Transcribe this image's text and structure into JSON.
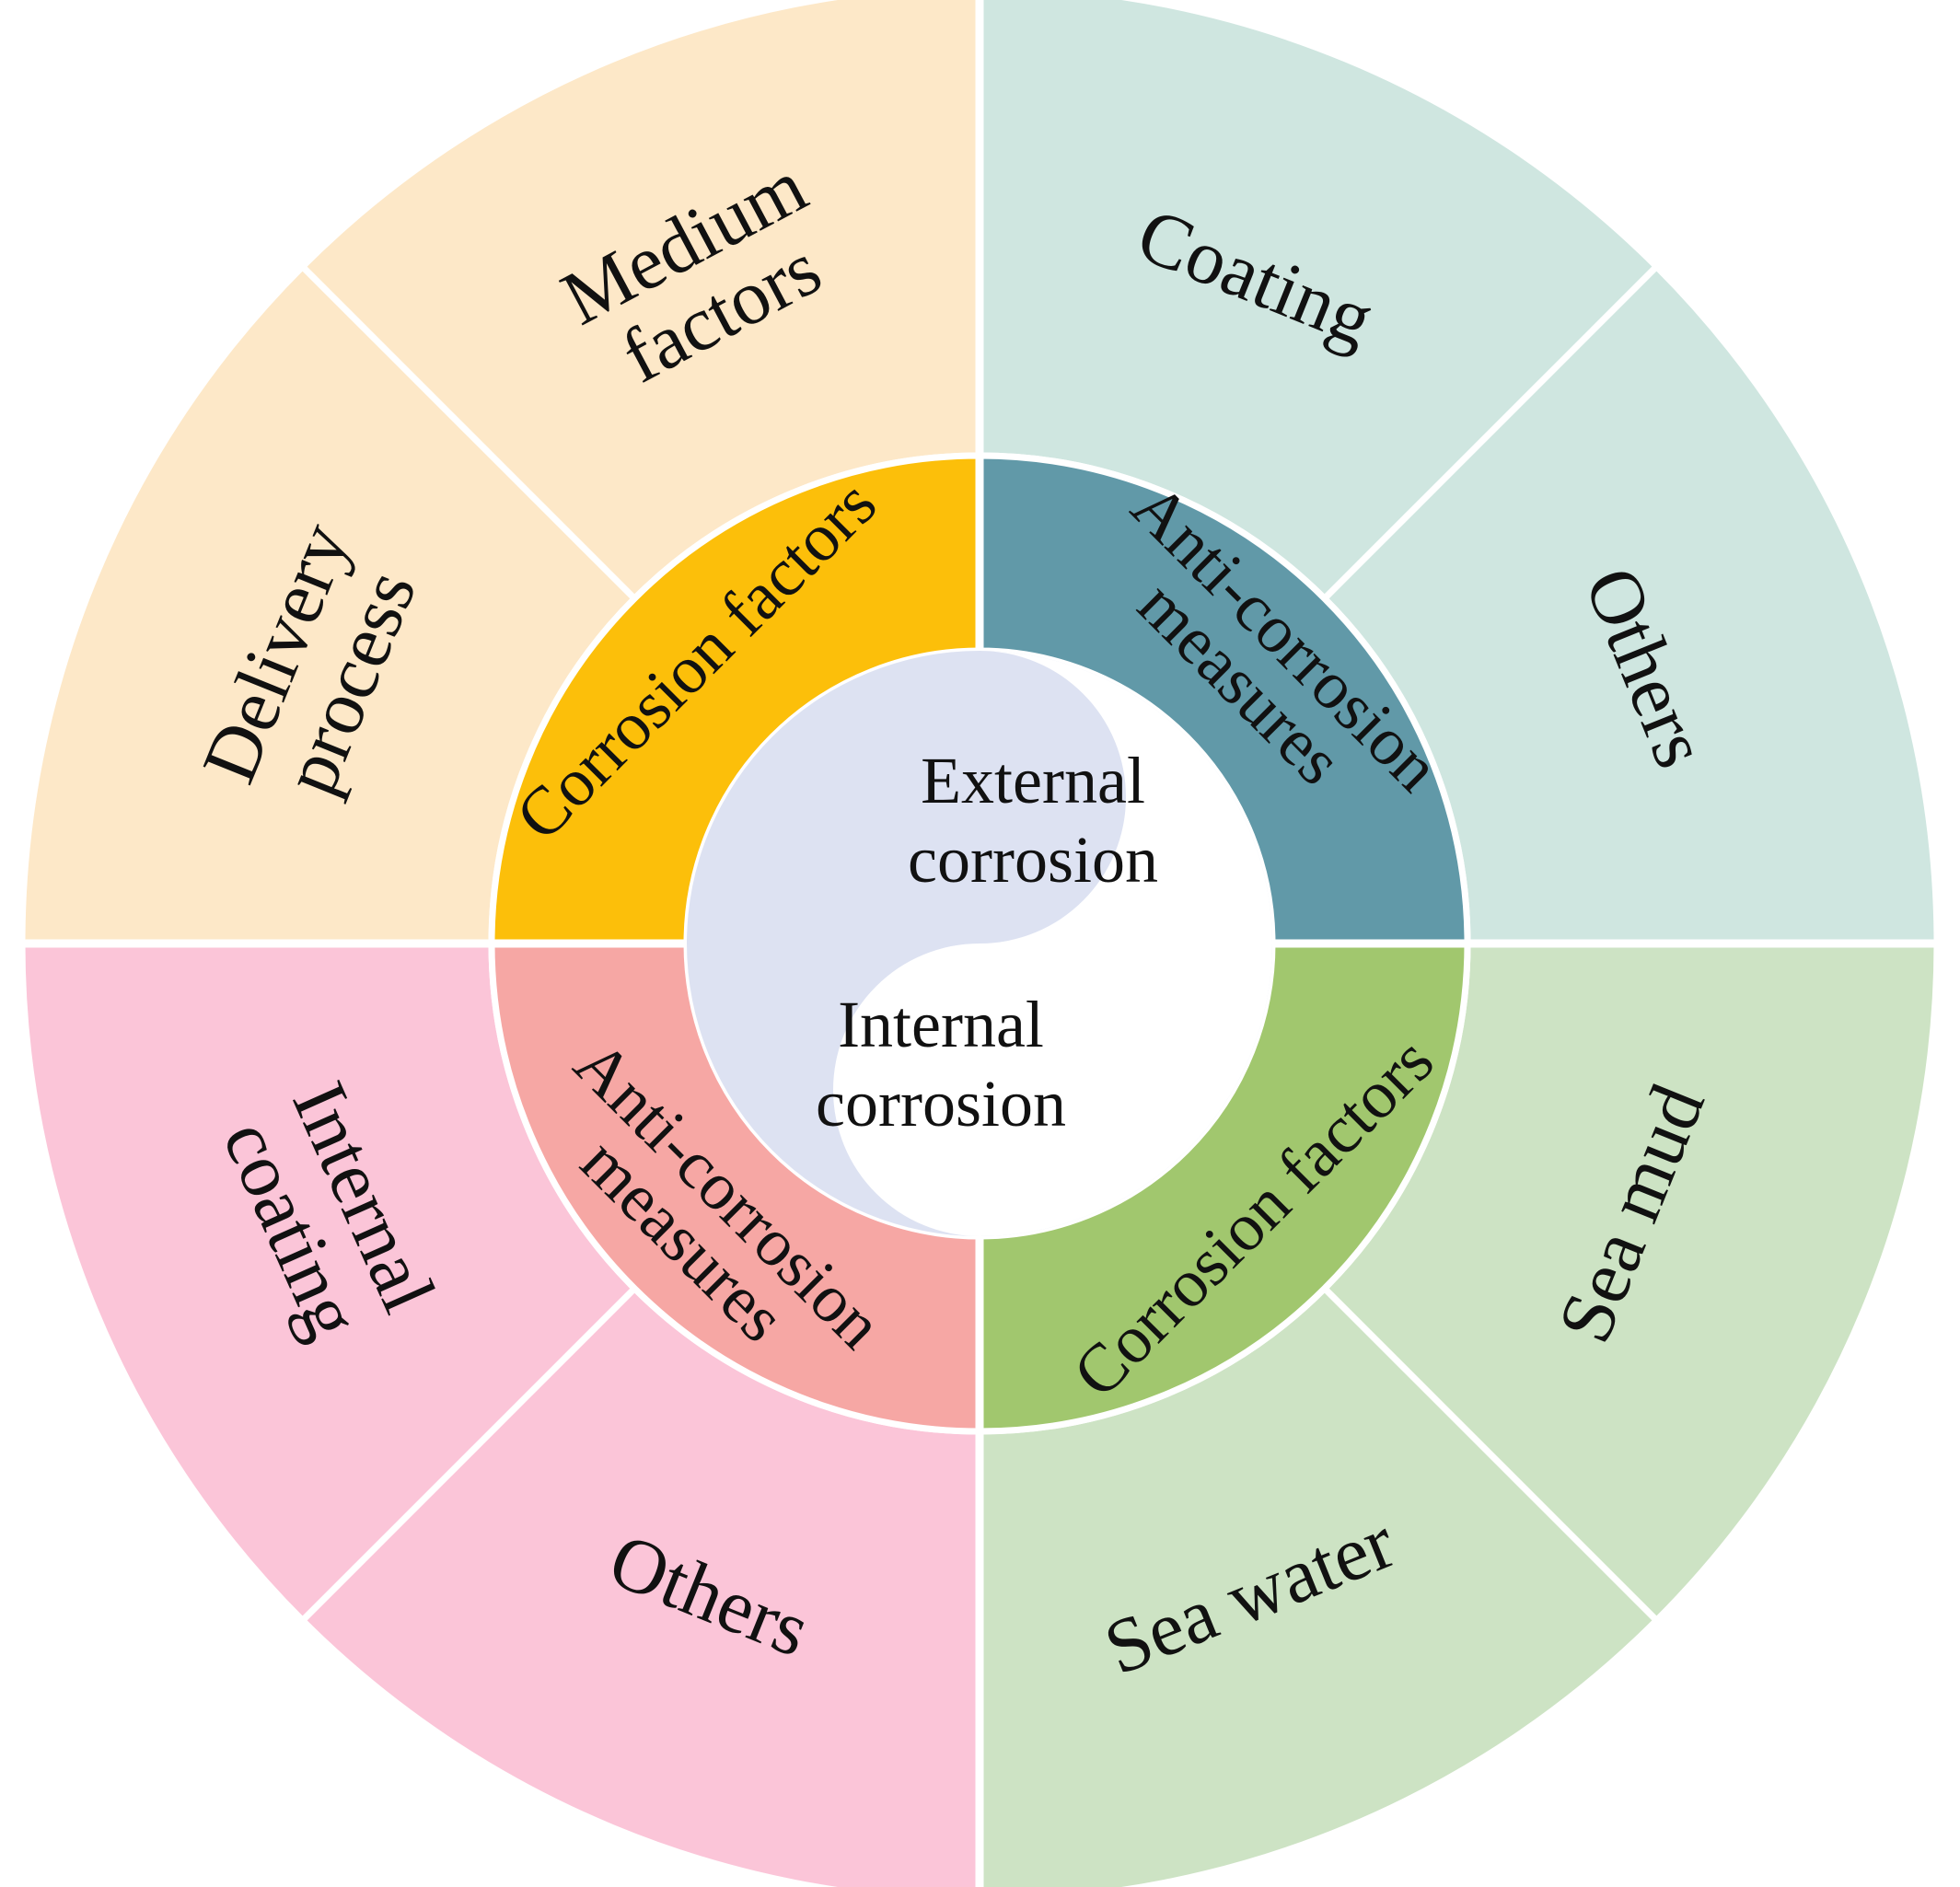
{
  "center": {
    "external_label": [
      "External",
      "corrosion"
    ],
    "internal_label": [
      "Internal",
      "corrosion"
    ],
    "colors": {
      "external": "#ffffff",
      "internal": "#dde2f2"
    }
  },
  "quadrants": {
    "top_left": {
      "ring_label": [
        "Corrosion factors"
      ],
      "ring_color": "#fcbf0a",
      "outer_color": "#fde8c8",
      "outer_segments": [
        {
          "name": "delivery-process",
          "label": [
            "Delivery",
            "process"
          ]
        },
        {
          "name": "medium-factors",
          "label": [
            "Medium",
            "factors"
          ]
        }
      ]
    },
    "top_right": {
      "ring_label": [
        "Anti-corrosion",
        "measures"
      ],
      "ring_color": "#6199a8",
      "outer_color": "#cfe6e0",
      "outer_segments": [
        {
          "name": "coating",
          "label": [
            "Coating"
          ]
        },
        {
          "name": "others-top-right",
          "label": [
            "Others"
          ]
        }
      ]
    },
    "bottom_right": {
      "ring_label": [
        "Corrosion factors"
      ],
      "ring_color": "#a1c76e",
      "outer_color": "#cde3c4",
      "outer_segments": [
        {
          "name": "sea-mud",
          "label": [
            "Sea mud"
          ]
        },
        {
          "name": "sea-water",
          "label": [
            "Sea water"
          ]
        }
      ]
    },
    "bottom_left": {
      "ring_label": [
        "Anti-corrosion",
        "measures"
      ],
      "ring_color": "#f6a7a4",
      "outer_color": "#fbc5d8",
      "outer_segments": [
        {
          "name": "others-bottom-left",
          "label": [
            "Others"
          ]
        },
        {
          "name": "internal-coating",
          "label": [
            "Internal",
            "coating"
          ]
        }
      ]
    }
  }
}
